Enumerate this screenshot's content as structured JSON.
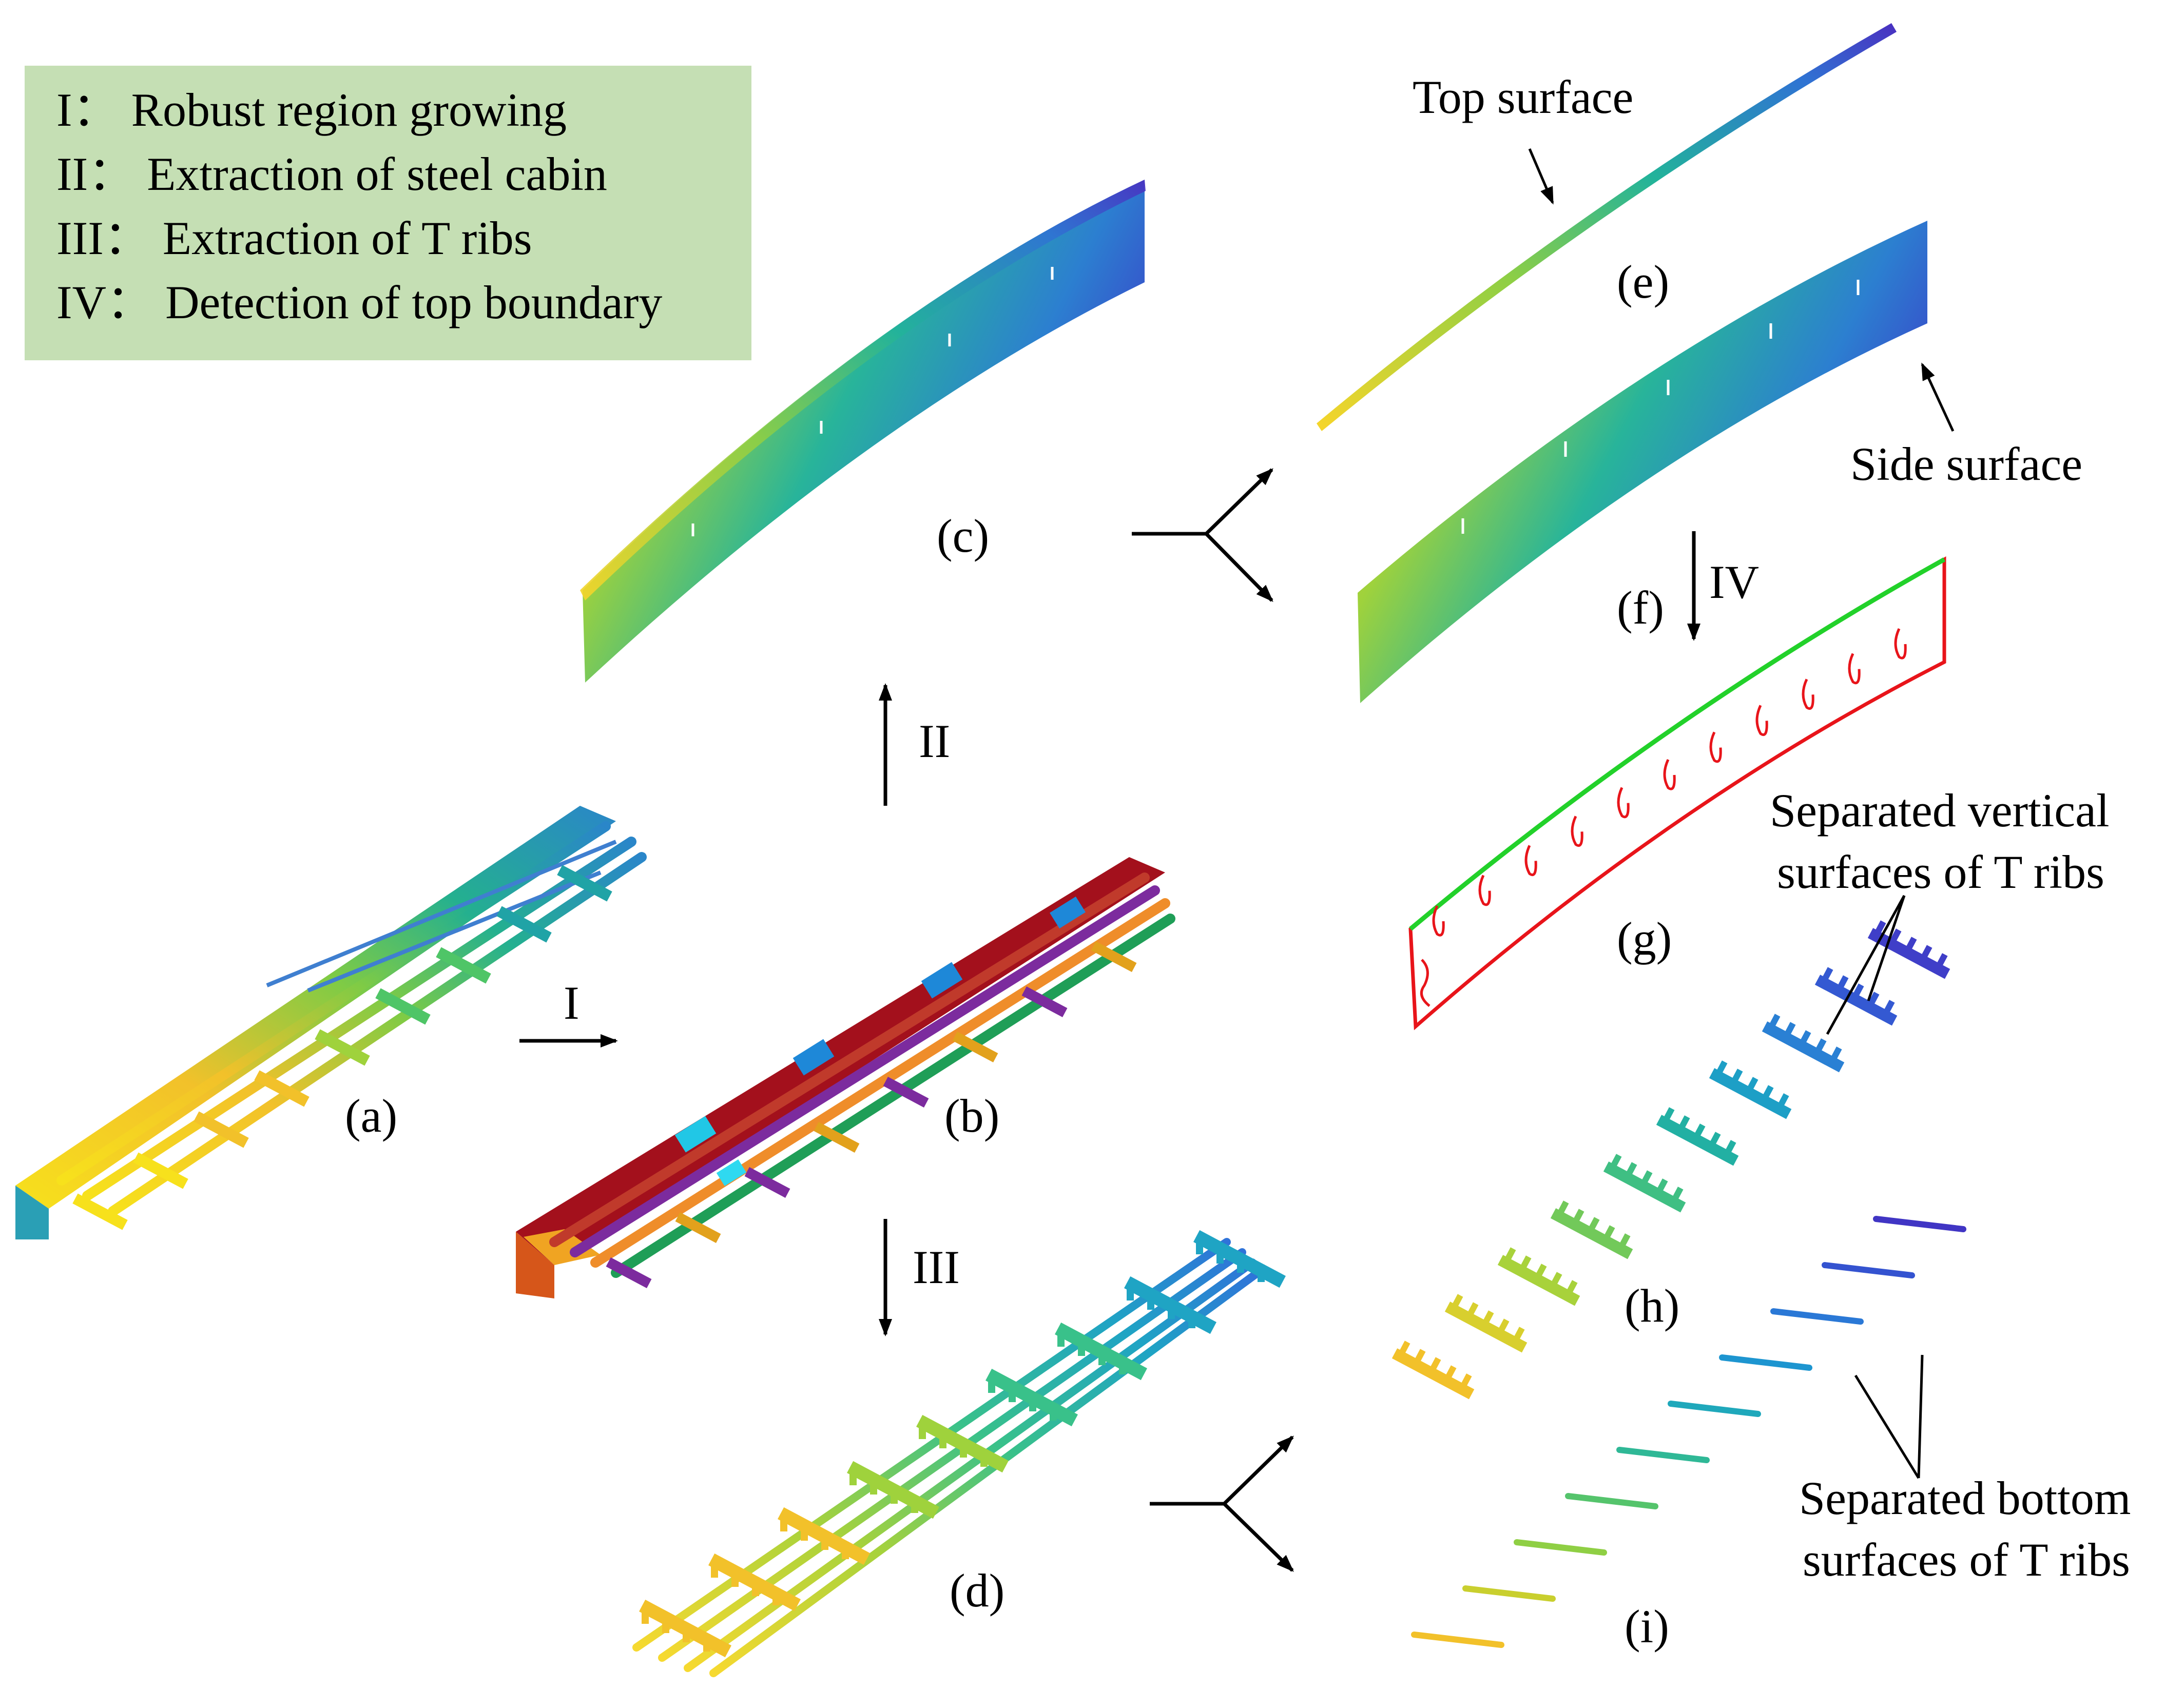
{
  "legend": {
    "items": [
      "I： Robust region growing",
      "II： Extraction of steel cabin",
      "III： Extraction of  T ribs",
      "IV： Detection of top boundary"
    ],
    "background": "#c5dfb4"
  },
  "panels": {
    "a": "(a)",
    "b": "(b)",
    "c": "(c)",
    "d": "(d)",
    "e": "(e)",
    "f": "(f)",
    "g": "(g)",
    "h": "(h)",
    "i": "(i)"
  },
  "steps": {
    "I": "I",
    "II": "II",
    "III": "III",
    "IV": "IV"
  },
  "annotations": {
    "top_surface": "Top surface",
    "side_surface": "Side surface",
    "vertical_line1": "Separated vertical",
    "vertical_line2": "surfaces of T ribs",
    "bottom_line1": "Separated bottom",
    "bottom_line2": "surfaces of T ribs"
  },
  "colors": {
    "boundary_red": "#e8141a",
    "boundary_green": "#22d12a",
    "dark_red": "#a3101c",
    "viridis": [
      "#f7e11c",
      "#f2c12a",
      "#9fd23c",
      "#4fc567",
      "#20a3a6",
      "#2e7fc9",
      "#3b4bcf",
      "#4a2ba8"
    ]
  }
}
